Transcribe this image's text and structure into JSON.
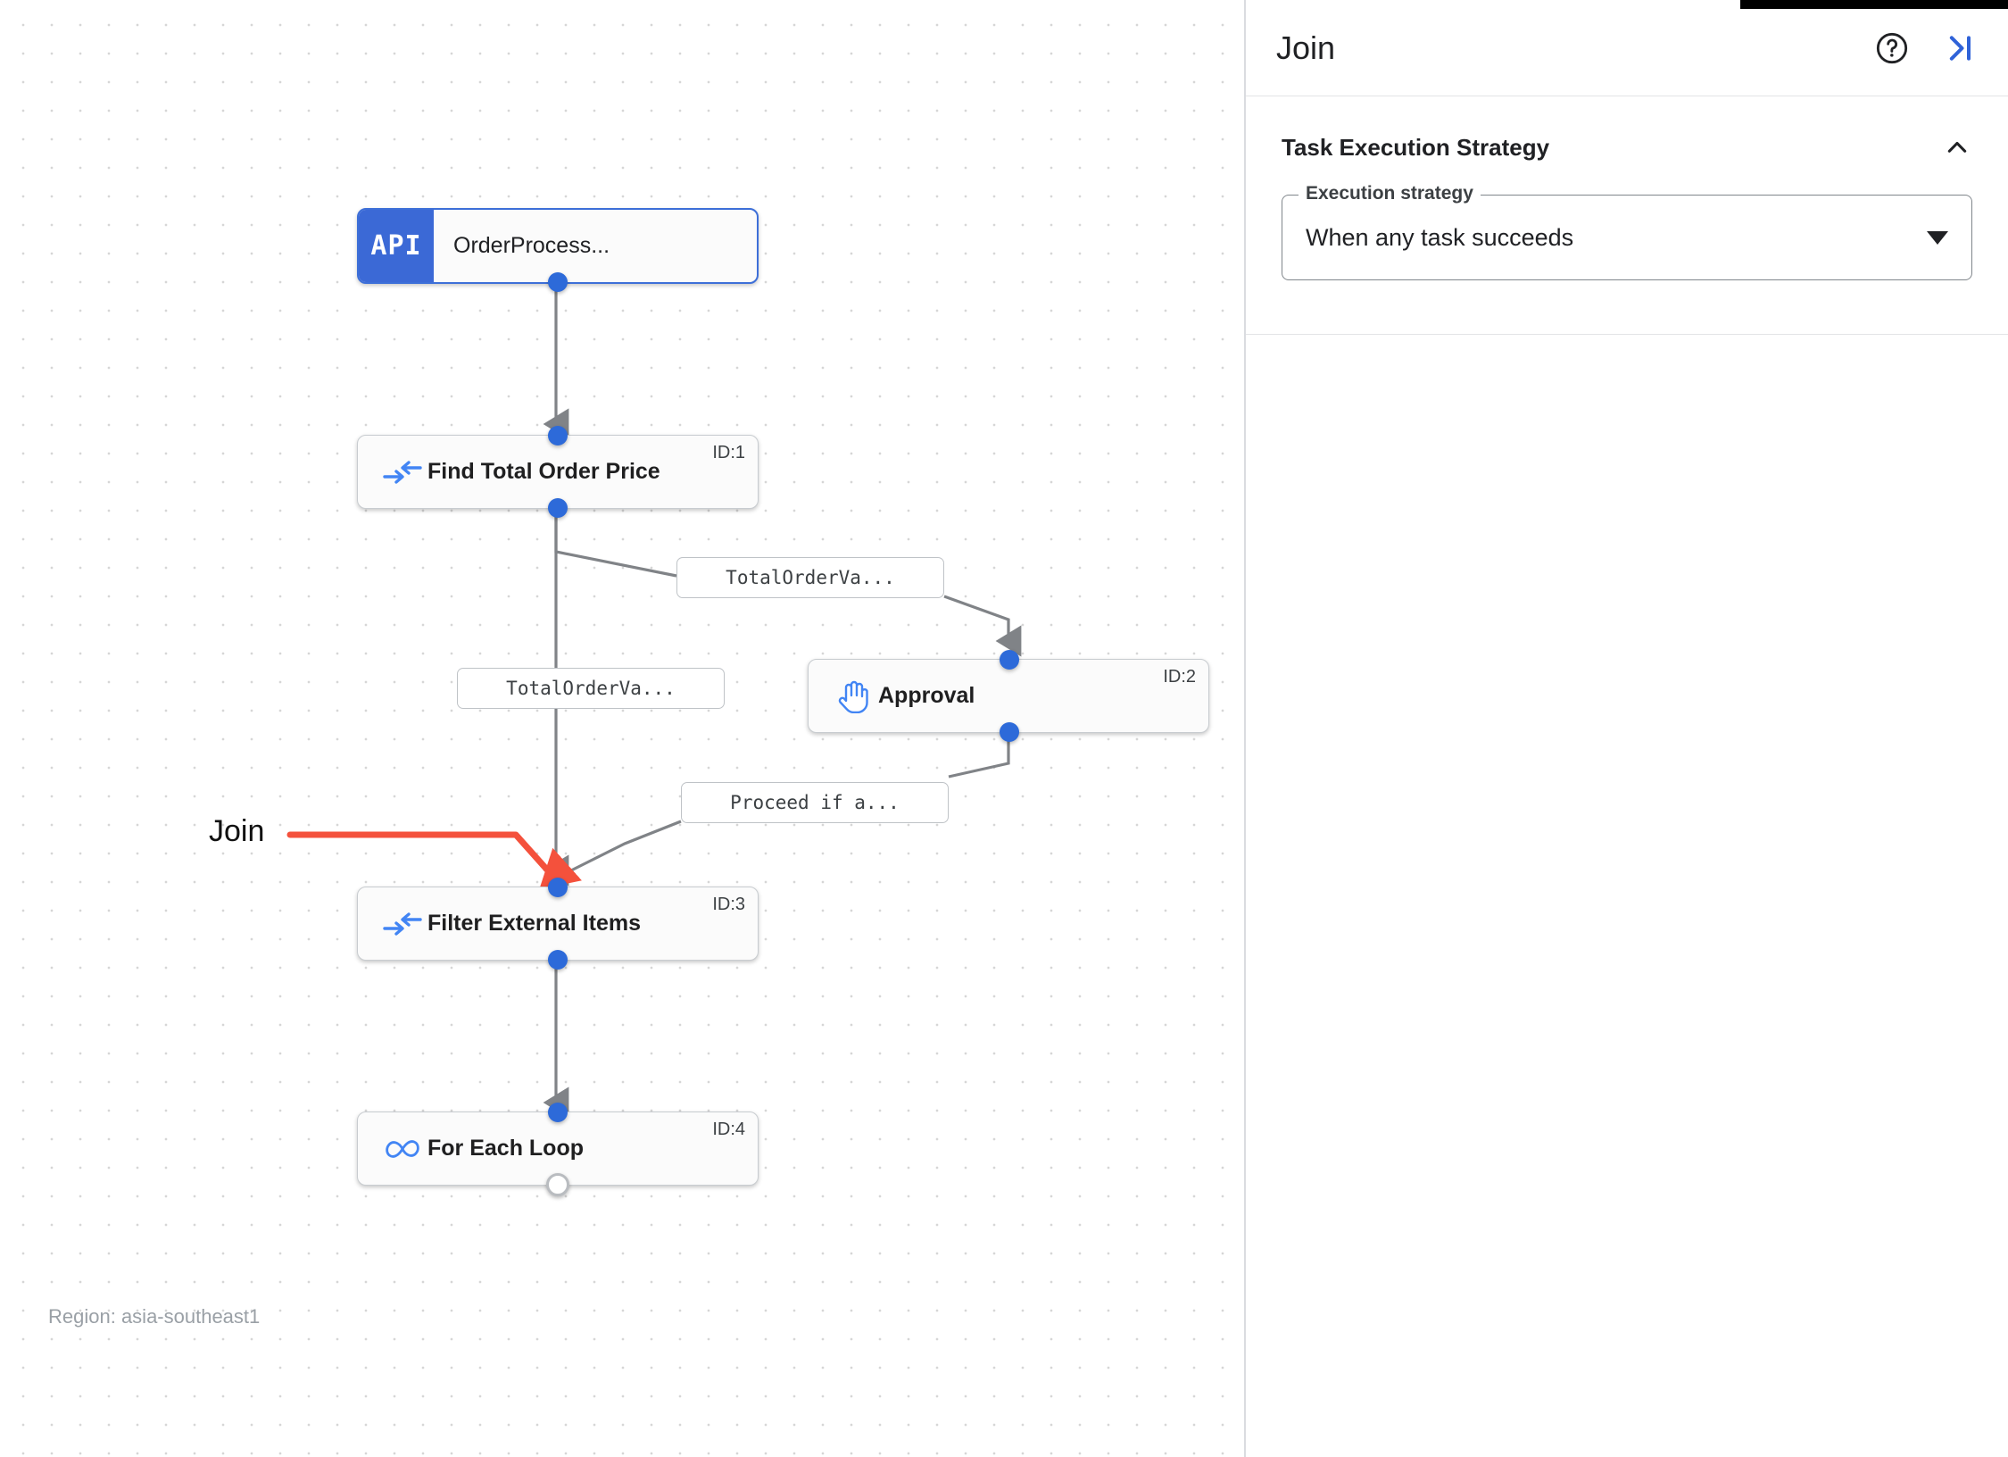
{
  "canvas": {
    "region_label": "Region: asia-southeast1",
    "annotation": {
      "label": "Join"
    },
    "nodes": [
      {
        "id": "api",
        "title": "OrderProcess...",
        "badge": "API",
        "icon": "api-badge-icon",
        "id_label": "",
        "selected": true
      },
      {
        "id": "n1",
        "title": "Find Total Order Price",
        "id_label": "ID:1",
        "icon": "data-mapping-icon",
        "selected": false
      },
      {
        "id": "n2",
        "title": "Approval",
        "id_label": "ID:2",
        "icon": "hand-approval-icon",
        "selected": false
      },
      {
        "id": "n3",
        "title": "Filter External Items",
        "id_label": "ID:3",
        "icon": "data-mapping-icon",
        "selected": false
      },
      {
        "id": "n4",
        "title": "For Each Loop",
        "id_label": "ID:4",
        "icon": "infinity-loop-icon",
        "selected": false
      }
    ],
    "edge_labels": [
      {
        "id": "e1",
        "text": "TotalOrderVa..."
      },
      {
        "id": "e2",
        "text": "TotalOrderVa..."
      },
      {
        "id": "e3",
        "text": "Proceed if a..."
      }
    ]
  },
  "panel": {
    "title": "Join",
    "help_icon": "help-circle-icon",
    "collapse_icon": "collapse-panel-icon",
    "section": {
      "title": "Task Execution Strategy",
      "collapse_icon": "chevron-up-icon",
      "field": {
        "legend": "Execution strategy",
        "value": "When any task succeeds",
        "arrow_icon": "dropdown-arrow-icon"
      }
    }
  },
  "colors": {
    "accent_blue": "#2d6ad9",
    "api_blue": "#3b69d6",
    "icon_blue": "#4285f4",
    "annotation_red": "#f4513c",
    "edge_gray": "#707277",
    "panel_link_blue": "#2f62d8"
  }
}
